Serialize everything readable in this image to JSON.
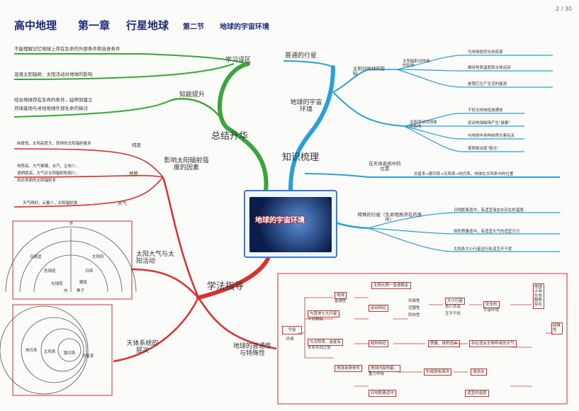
{
  "header": {
    "title_main": "高中地理",
    "title_chapter": "第一章",
    "title_topic": "行星地球",
    "title_section": "第二节",
    "title_sub": "地球的宇宙环境",
    "page": "2 / 30"
  },
  "center": {
    "label": "地球的宇宙环境"
  },
  "hubs": {
    "summary": "总结升华",
    "knowledge": "知识梳理",
    "method": "学法指导"
  },
  "summary": {
    "mistakes": "学习误区",
    "mistake_items": [
      "不能理解记忆地球上存在生命的外部条件和自身条件",
      "混淆太阳辐射、太阳活动对地球的影响"
    ],
    "improve": "知能提升",
    "improve_lines": [
      "结合地球存在生命的条件，延伸到建立",
      "月球基地与寻找地球外部生命的探讨"
    ]
  },
  "knowledge": {
    "ordinary": "普通的行星",
    "env": "地球的宇宙环境",
    "sun_influence": "太阳对地球的影响",
    "radiation": "太阳辐射对地球的影响",
    "radiation_items": [
      "为地球提供光热资源",
      "维持地表温度和水体运动",
      "是我们生产生活的能源"
    ],
    "activity": "太阳活动对地球的影响",
    "activity_items": [
      "干扰无线电短波通信",
      "扰动地球磁场产生\"磁暴\"",
      "与地球中多种自然灾害有关",
      "使两极出现\"极光\""
    ],
    "position": "在天体系统中的位置",
    "position_text": "总星系→银河系→太阳系→地月系，地球在太阳系中的位置",
    "special": "特殊的行星（生命物质存在的条件）",
    "special_items": [
      "日地距离适中，有适宜液态水存在的温度",
      "体积质量适中，有适宜大气的适宜引力",
      "太阳系大小行星运行轨道互不干扰"
    ]
  },
  "radiation_factors": {
    "title": "影响太阳辐射强度的因素",
    "latitude": "纬度",
    "latitude_text": "纬度低，太阳高度大，获得的太阳辐射量多",
    "terrain": "地势",
    "terrain_lines": [
      "地势高，大气稀薄，水汽、尘埃少，",
      "透明度高，大气对太阳辐射削弱少，",
      "到达地面的太阳辐射多"
    ],
    "weather": "天气",
    "weather_text": "天气晴好，云量少，太阳辐射强"
  },
  "atmo": {
    "label": "太阳大气与太阳活动",
    "top": "外",
    "layers": [
      "日冕层",
      "色球层",
      "光球层"
    ],
    "phenomena": [
      "太阳风",
      "日珥",
      "耀斑",
      "黑子"
    ],
    "bottom": "内"
  },
  "levels": {
    "label": "天体系统的层次",
    "circles": [
      "总星系",
      "银河系",
      "太阳系",
      "地月系"
    ]
  },
  "features": {
    "label": "地球的普通性与特殊性",
    "col_a": [
      "地球",
      "普通性"
    ],
    "col_b": [
      "与其他七大行星",
      "十分相似"
    ],
    "col_c": [
      "与太阳系、金星有",
      "许多共同之处"
    ],
    "col_d": [
      "太阳光照一直很稳定"
    ],
    "col_e": [
      "运动特征",
      "共面性",
      "近圆性",
      "同向性"
    ],
    "col_f": [
      "大小行星",
      "各行其道",
      "互不干扰"
    ],
    "col_g": [
      "安全的",
      "宇宙环境"
    ],
    "col_h": [
      "结构特征",
      "质量、体积适中",
      "存在适合生物呼吸的大气"
    ],
    "col_i": [
      "地球自身条件",
      "地球内部热能、",
      "重力作用",
      "形成原始海洋",
      "液态水"
    ],
    "col_j": [
      "日地距离适中",
      "适宜的温度"
    ],
    "right": [
      "地球上有生命物质存在",
      "特殊性"
    ],
    "outer": [
      "宇宙",
      "环境"
    ]
  }
}
